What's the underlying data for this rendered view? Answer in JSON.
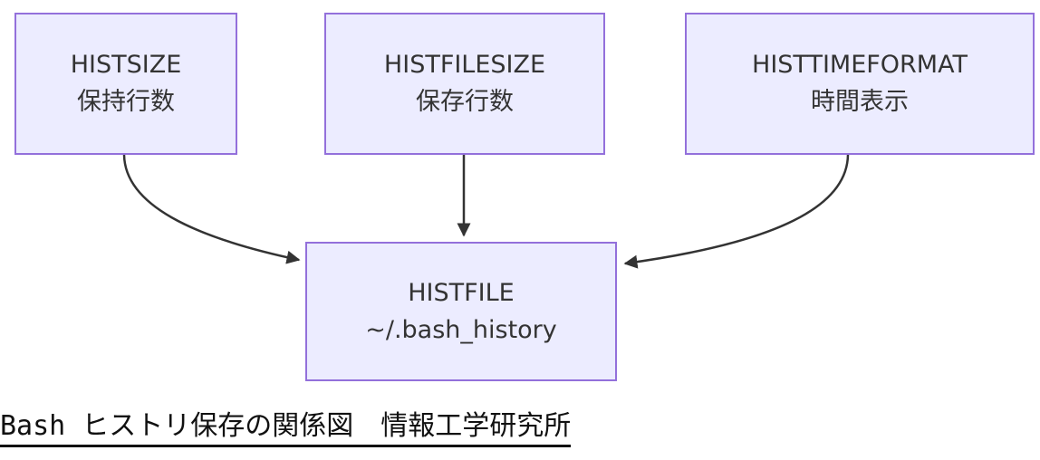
{
  "diagram": {
    "type": "flowchart",
    "nodes": [
      {
        "id": "HISTSIZE",
        "label": "HISTSIZE",
        "sublabel": "保持行数"
      },
      {
        "id": "HISTFILESIZE",
        "label": "HISTFILESIZE",
        "sublabel": "保存行数"
      },
      {
        "id": "HISTTIMEFORMAT",
        "label": "HISTTIMEFORMAT",
        "sublabel": "時間表示"
      },
      {
        "id": "HISTFILE",
        "label": "HISTFILE",
        "sublabel": "~/.bash_history"
      }
    ],
    "edges": [
      {
        "from": "HISTSIZE",
        "to": "HISTFILE"
      },
      {
        "from": "HISTFILESIZE",
        "to": "HISTFILE"
      },
      {
        "from": "HISTTIMEFORMAT",
        "to": "HISTFILE"
      }
    ],
    "caption": "Bash ヒストリ保存の関係図　情報工学研究所",
    "colors": {
      "node_fill": "#ECECFF",
      "node_border": "#9370DB",
      "edge": "#333333",
      "node_text": "#333333",
      "caption_text": "#111111"
    }
  }
}
